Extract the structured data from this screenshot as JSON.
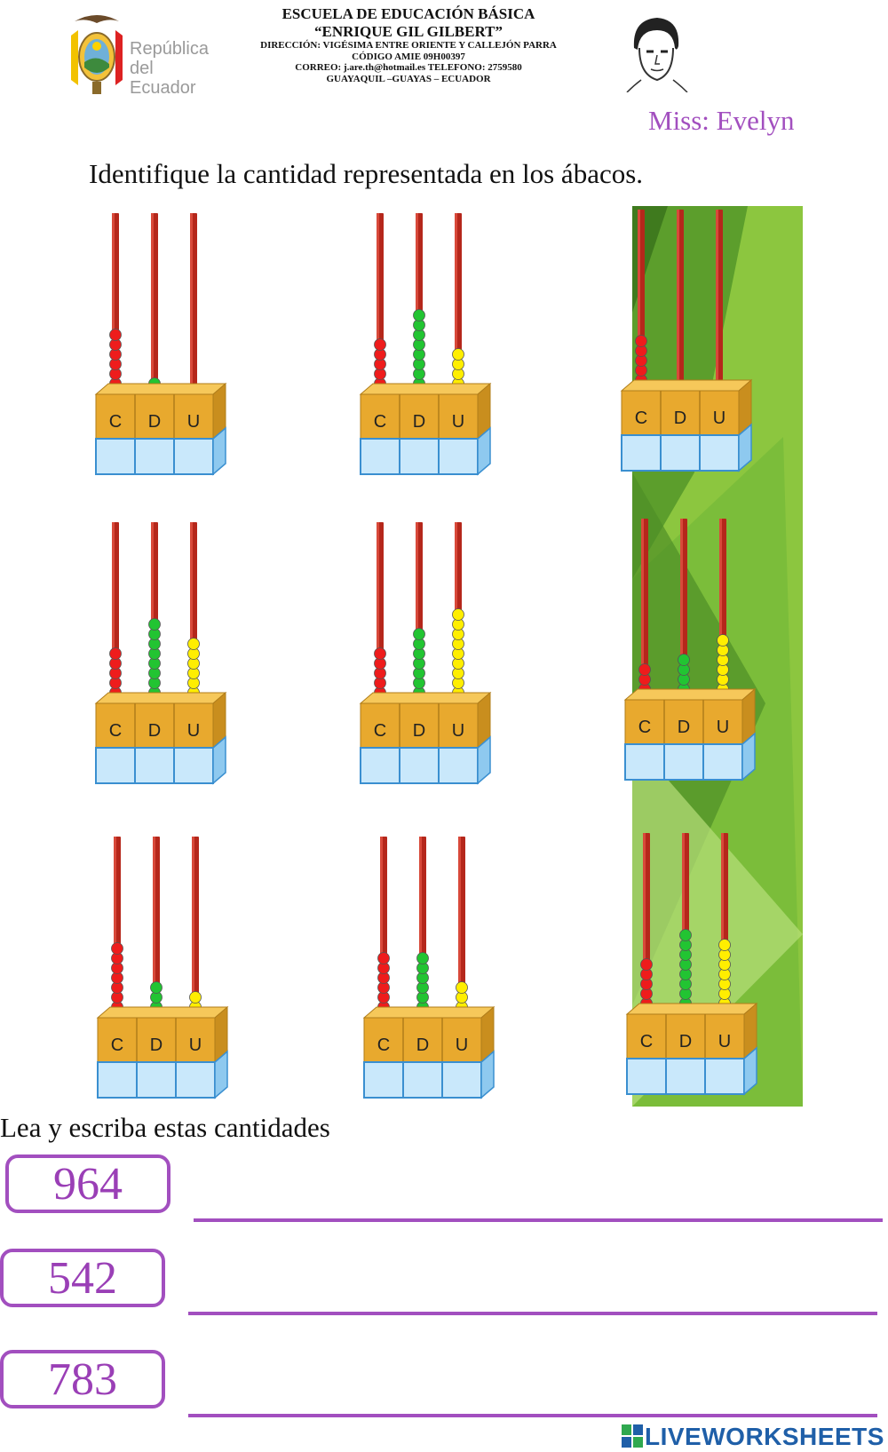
{
  "header": {
    "crest_text": [
      "República",
      "del Ecuador"
    ],
    "school_lines": [
      "ESCUELA DE EDUCACIÓN BÁSICA",
      "“ENRIQUE GIL GILBERT”",
      "DIRECCIÓN: VIGÉSIMA ENTRE ORIENTE Y CALLEJÓN PARRA",
      "CÓDIGO AMIE 09H00397",
      "CORREO: j.are.th@hotmail.es TELEFONO: 2759580",
      "GUAYAQUIL –GUAYAS – ECUADOR"
    ],
    "teacher": "Miss: Evelyn"
  },
  "instructions": {
    "abacus": "Identifique la cantidad representada en los ábacos.",
    "read_write": "Lea y escriba estas cantidades"
  },
  "column_labels": [
    "C",
    "D",
    "U"
  ],
  "colors": {
    "rod": "#b5271b",
    "hundreds_bead": "#ee1c1c",
    "tens_bead": "#22c432",
    "units_bead": "#ffee00",
    "block_top": "#f0b43a",
    "block_front": "#e8a92e",
    "base": "#c9e8fb",
    "accent": "#a24fbf",
    "panel_green": "#6fb83a"
  },
  "abacuses": [
    {
      "c": 6,
      "d": 1,
      "u": 0
    },
    {
      "c": 5,
      "d": 8,
      "u": 4
    },
    {
      "c": 5,
      "d": 0,
      "u": 0
    },
    {
      "c": 5,
      "d": 8,
      "u": 6
    },
    {
      "c": 5,
      "d": 7,
      "u": 9
    },
    {
      "c": 3,
      "d": 4,
      "u": 6
    },
    {
      "c": 7,
      "d": 3,
      "u": 2
    },
    {
      "c": 6,
      "d": 6,
      "u": 3
    },
    {
      "c": 5,
      "d": 8,
      "u": 7
    }
  ],
  "answers": [
    {
      "number": "964",
      "value": ""
    },
    {
      "number": "542",
      "value": ""
    },
    {
      "number": "783",
      "value": ""
    }
  ],
  "brand": "LIVEWORKSHEETS"
}
